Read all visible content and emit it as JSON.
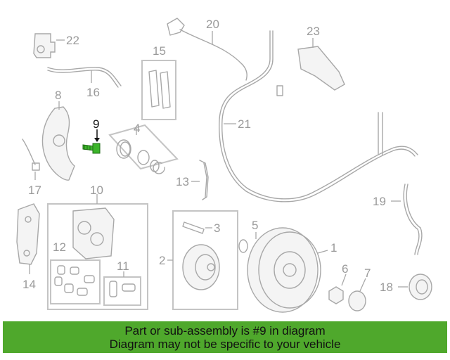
{
  "callouts": {
    "c1": "1",
    "c2": "2",
    "c3": "3",
    "c4": "4",
    "c5": "5",
    "c6": "6",
    "c7": "7",
    "c8": "8",
    "c9": "9",
    "c10": "10",
    "c11": "11",
    "c12": "12",
    "c13": "13",
    "c14": "14",
    "c15": "15",
    "c16": "16",
    "c17": "17",
    "c18": "18",
    "c19": "19",
    "c20": "20",
    "c21": "21",
    "c22": "22",
    "c23": "23"
  },
  "highlighted_part": "9",
  "colors": {
    "highlight": "#3cb52a",
    "banner": "#4fa82c",
    "line": "#a8a8a8"
  },
  "banner": {
    "line1": "Part or sub-assembly is #9 in diagram",
    "line2": "Diagram may not be specific to your vehicle"
  }
}
